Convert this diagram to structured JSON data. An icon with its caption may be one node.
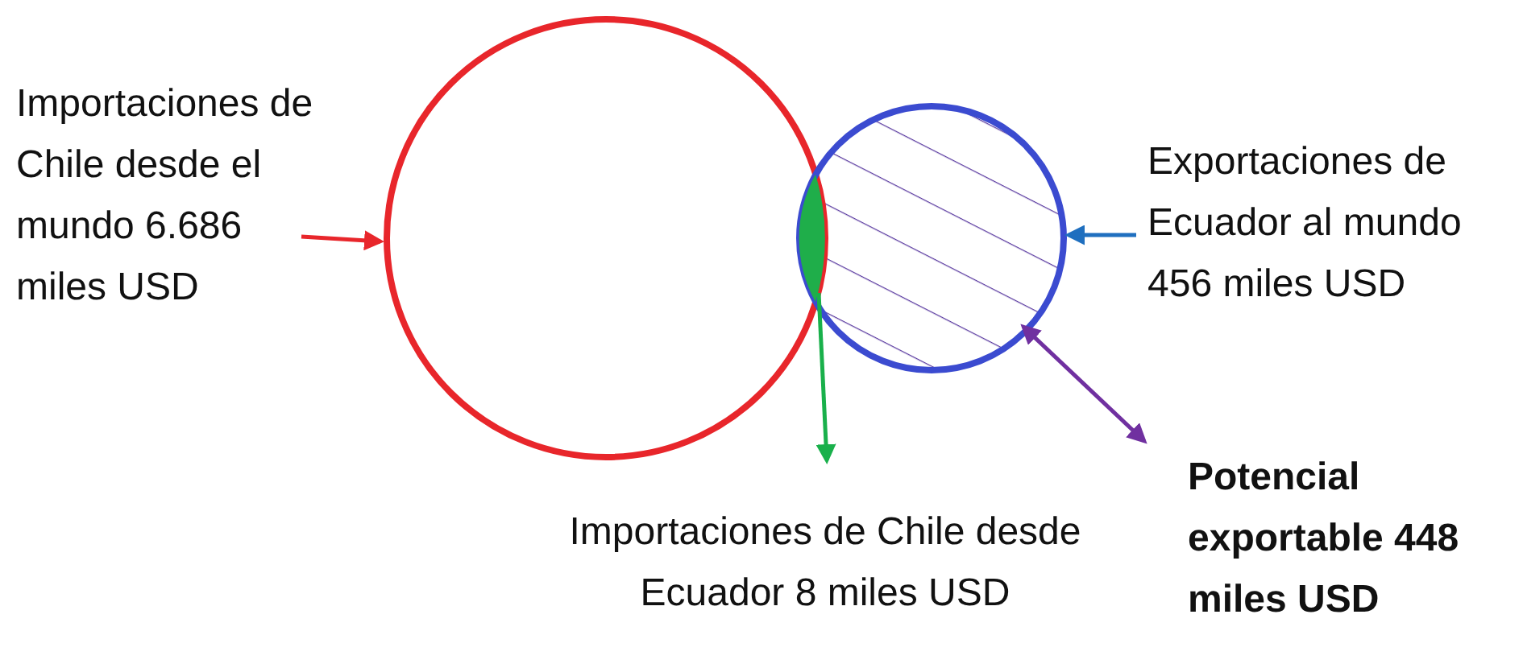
{
  "diagram": {
    "nodes": [
      {
        "text": [
          "Importaciones de Chile desde el mundo 6.686 miles USD"
        ]
      },
      {
        "text": [],
        "shape": "circle"
      },
      {
        "text": [],
        "shape": "circle"
      },
      {
        "text": [],
        "shape": "lens"
      },
      {
        "text": [
          "Exportaciones de Ecuador al mundo 456 miles USD"
        ]
      },
      {
        "text": [
          "Importaciones de Chile desde Ecuador 8 miles USD"
        ]
      },
      {
        "text": [
          "Potencial exportable 448 miles USD"
        ]
      }
    ],
    "edges": [
      {
        "from": 0,
        "to": 1,
        "arrow": "to",
        "color": "#e8262b"
      },
      {
        "from": 4,
        "to": 2,
        "arrow": "to",
        "color": "#1f6fbf"
      },
      {
        "from": 3,
        "to": 5,
        "arrow": "to",
        "color": "#19b04b"
      },
      {
        "from": 2,
        "to": 6,
        "arrow": "both",
        "color": "#7030a0"
      }
    ]
  }
}
